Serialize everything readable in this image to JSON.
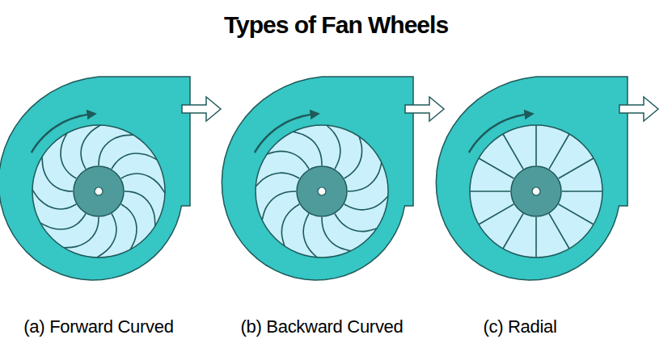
{
  "diagram": {
    "title": "Types of Fan Wheels",
    "labels": [
      "(a) Forward Curved",
      "(b) Backward Curved",
      "(c) Radial"
    ]
  }
}
